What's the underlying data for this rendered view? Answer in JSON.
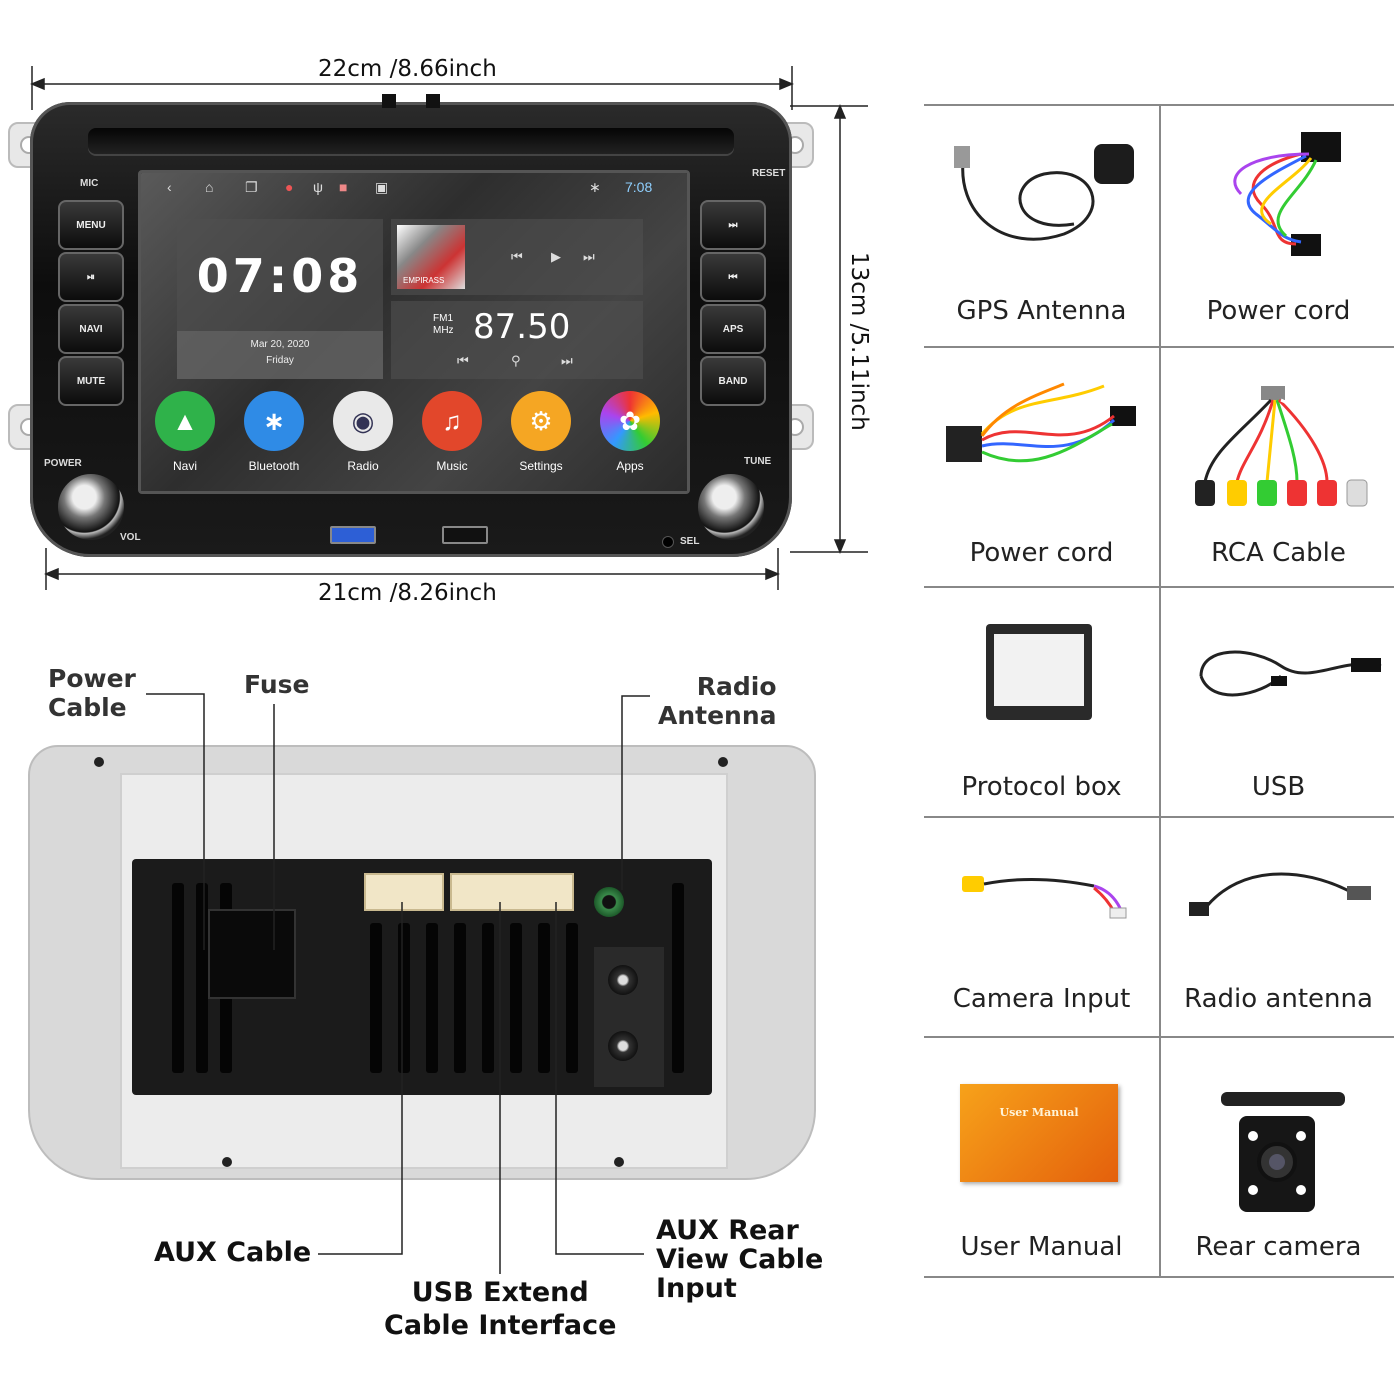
{
  "dimensions": {
    "top_width": "22cm /8.66inch",
    "bottom_width": "21cm /8.26inch",
    "height": "13cm /5.11inch"
  },
  "front_panel": {
    "left_buttons": [
      "MENU",
      "⏯",
      "NAVI",
      "MUTE"
    ],
    "right_buttons": [
      "⏭",
      "⏮",
      "APS",
      "BAND"
    ],
    "labels": {
      "mic": "MIC",
      "reset": "RESET",
      "power": "POWER",
      "vol": "VOL",
      "tune": "TUNE",
      "sel": "SEL"
    }
  },
  "screen": {
    "status_time": "7:08",
    "clock": "07:08",
    "date": "Mar 20, 2020",
    "day": "Friday",
    "radio_band": "FM1",
    "radio_unit": "MHz",
    "radio_freq": "87.50",
    "album_text": "EMPIRASS",
    "apps": [
      {
        "label": "Navi",
        "icon": "navigation-arrow-icon",
        "color": "#2fb24a"
      },
      {
        "label": "Bluetooth",
        "icon": "bluetooth-icon",
        "color": "#2f8be6"
      },
      {
        "label": "Radio",
        "icon": "radio-icon",
        "color": "#e9e9e9"
      },
      {
        "label": "Music",
        "icon": "music-note-icon",
        "color": "#e2472b"
      },
      {
        "label": "Settings",
        "icon": "gear-icon",
        "color": "#f5a623"
      },
      {
        "label": "Apps",
        "icon": "flower-icon",
        "color": "#a24ae0"
      }
    ]
  },
  "rear_callouts": {
    "power_cable": [
      "Power",
      "Cable"
    ],
    "fuse": "Fuse",
    "radio_antenna": [
      "Radio",
      "Antenna"
    ],
    "aux_cable": "AUX Cable",
    "usb_extend": [
      "USB Extend",
      "Cable Interface"
    ],
    "aux_rear": [
      "AUX Rear",
      "View Cable",
      "Input"
    ]
  },
  "accessories": [
    {
      "label": "GPS Antenna",
      "icon": "gps-antenna-icon"
    },
    {
      "label": "Power cord",
      "icon": "wire-harness-icon"
    },
    {
      "label": "Power cord",
      "icon": "wire-harness-icon"
    },
    {
      "label": "RCA  Cable",
      "icon": "rca-cable-icon"
    },
    {
      "label": "Protocol box",
      "icon": "protocol-box-icon"
    },
    {
      "label": "USB",
      "icon": "usb-cable-icon"
    },
    {
      "label": "Camera Input",
      "icon": "camera-input-cable-icon"
    },
    {
      "label": "Radio antenna",
      "icon": "radio-antenna-adapter-icon"
    },
    {
      "label": "User Manual",
      "icon": "manual-booklet-icon",
      "cover_text": "User Manual"
    },
    {
      "label": "Rear camera",
      "icon": "rear-camera-icon"
    }
  ]
}
